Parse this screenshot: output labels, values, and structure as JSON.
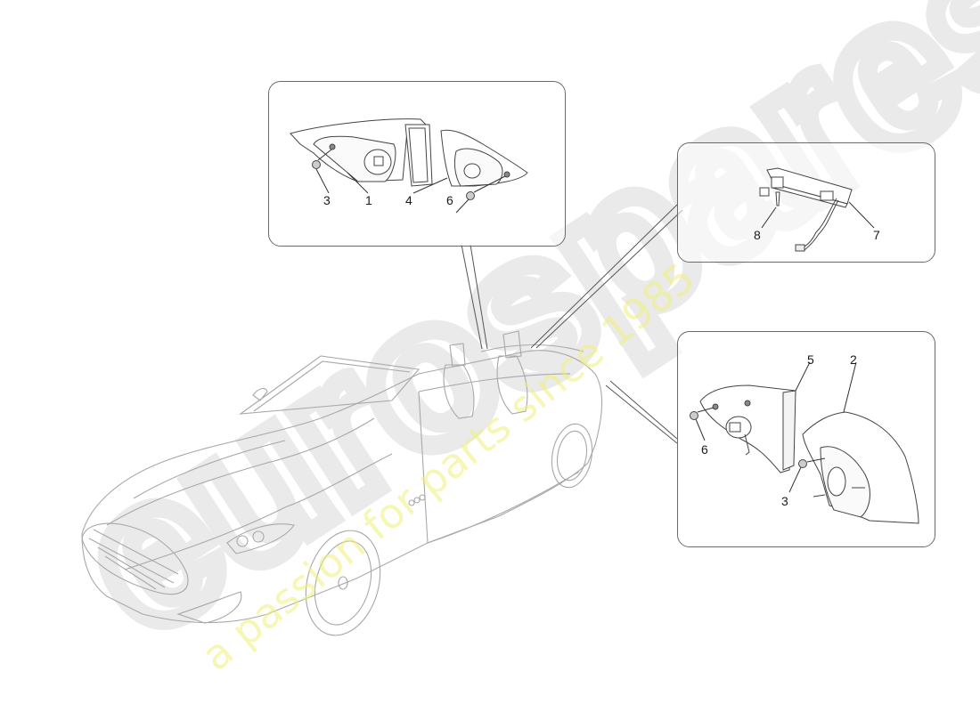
{
  "diagram": {
    "type": "exploded parts diagram",
    "subject": "Convertible car - rear tail lights and third brake light",
    "callouts": [
      {
        "id": "rear-left-lights-group",
        "position": "top-center",
        "labels": [
          "3",
          "1",
          "4",
          "6"
        ],
        "parts": [
          {
            "number": "3",
            "desc": "nut"
          },
          {
            "number": "1",
            "desc": "outer tail light"
          },
          {
            "number": "4",
            "desc": "inner tail light"
          },
          {
            "number": "6",
            "desc": "nut"
          }
        ]
      },
      {
        "id": "third-brake-light-group",
        "position": "top-right",
        "labels": [
          "8",
          "7"
        ],
        "parts": [
          {
            "number": "8",
            "desc": "fastener"
          },
          {
            "number": "7",
            "desc": "third brake light"
          }
        ]
      },
      {
        "id": "rear-right-lights-group",
        "position": "bottom-right",
        "labels": [
          "5",
          "2",
          "6",
          "3"
        ],
        "parts": [
          {
            "number": "5",
            "desc": "inner tail light"
          },
          {
            "number": "2",
            "desc": "outer tail light"
          },
          {
            "number": "6",
            "desc": "nut"
          },
          {
            "number": "3",
            "desc": "nut"
          }
        ]
      }
    ]
  },
  "watermark": {
    "brand": "eurospares",
    "tagline": "a passion for parts since 1985",
    "tagline_color": "#f0f07a"
  },
  "colors": {
    "line": "#6a6a6a",
    "car_line": "#a8a8a8",
    "background": "#ffffff",
    "watermark_gray": "#e6e6e6"
  }
}
